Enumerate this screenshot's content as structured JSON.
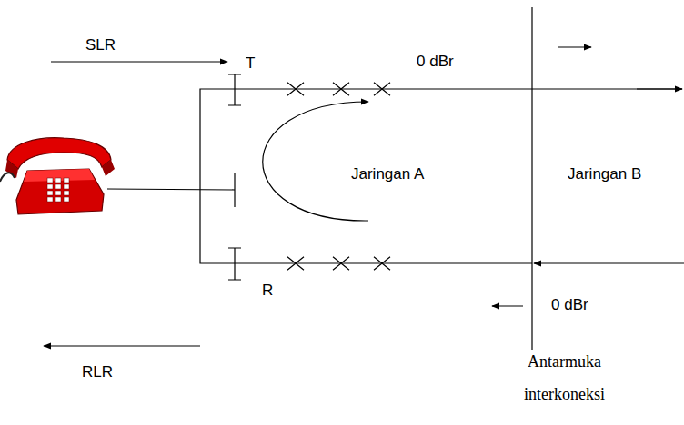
{
  "diagram": {
    "labels": [
      "SLR",
      "T",
      "0 dBr",
      "Jaringan A",
      "Jaringan B",
      "R",
      "0 dBr",
      "RLR",
      "Antarmuka interkoneksi"
    ]
  }
}
